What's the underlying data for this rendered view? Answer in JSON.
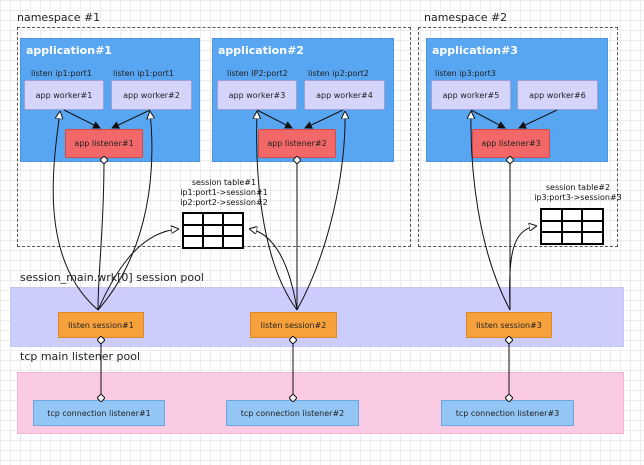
{
  "namespaces": [
    {
      "label": "namespace #1"
    },
    {
      "label": "namespace #2"
    }
  ],
  "applications": [
    {
      "title": "application#1",
      "listen_labels": [
        "listen  ip1:port1",
        "listen   ip1:port1"
      ],
      "workers": [
        "app worker#1",
        "app worker#2"
      ],
      "listener": "app listener#1"
    },
    {
      "title": "application#2",
      "listen_labels": [
        "listen  IP2:port2",
        "listen  ip2:port2"
      ],
      "workers": [
        "app worker#3",
        "app worker#4"
      ],
      "listener": "app listener#2"
    },
    {
      "title": "application#3",
      "listen_labels": [
        "listen  ip3:port3"
      ],
      "workers": [
        "app worker#5",
        "app worker#6"
      ],
      "listener": "app listener#3"
    }
  ],
  "session_tables": [
    {
      "lines": [
        "session table#1",
        "ip1:port1->session#1",
        "ip2:port2->session#2"
      ]
    },
    {
      "lines": [
        "session table#2",
        "ip3:port3->session#3"
      ]
    }
  ],
  "session_pool": {
    "label": "session_main.wrk[0] session pool",
    "sessions": [
      "listen session#1",
      "listen session#2",
      "listen session#3"
    ]
  },
  "tcp_pool": {
    "label": "tcp main listener pool",
    "listeners": [
      "tcp connection listener#1",
      "tcp connection listener#2",
      "tcp connection listener#3"
    ]
  },
  "colors": {
    "application": "#58a6f2",
    "worker": "#d5d5fb",
    "app_listener": "#f26767",
    "session_pool_band": "#cccdfc",
    "listen_session": "#f6a13c",
    "tcp_pool_band": "#fbcae3",
    "tcp_listener": "#93c6f4"
  }
}
